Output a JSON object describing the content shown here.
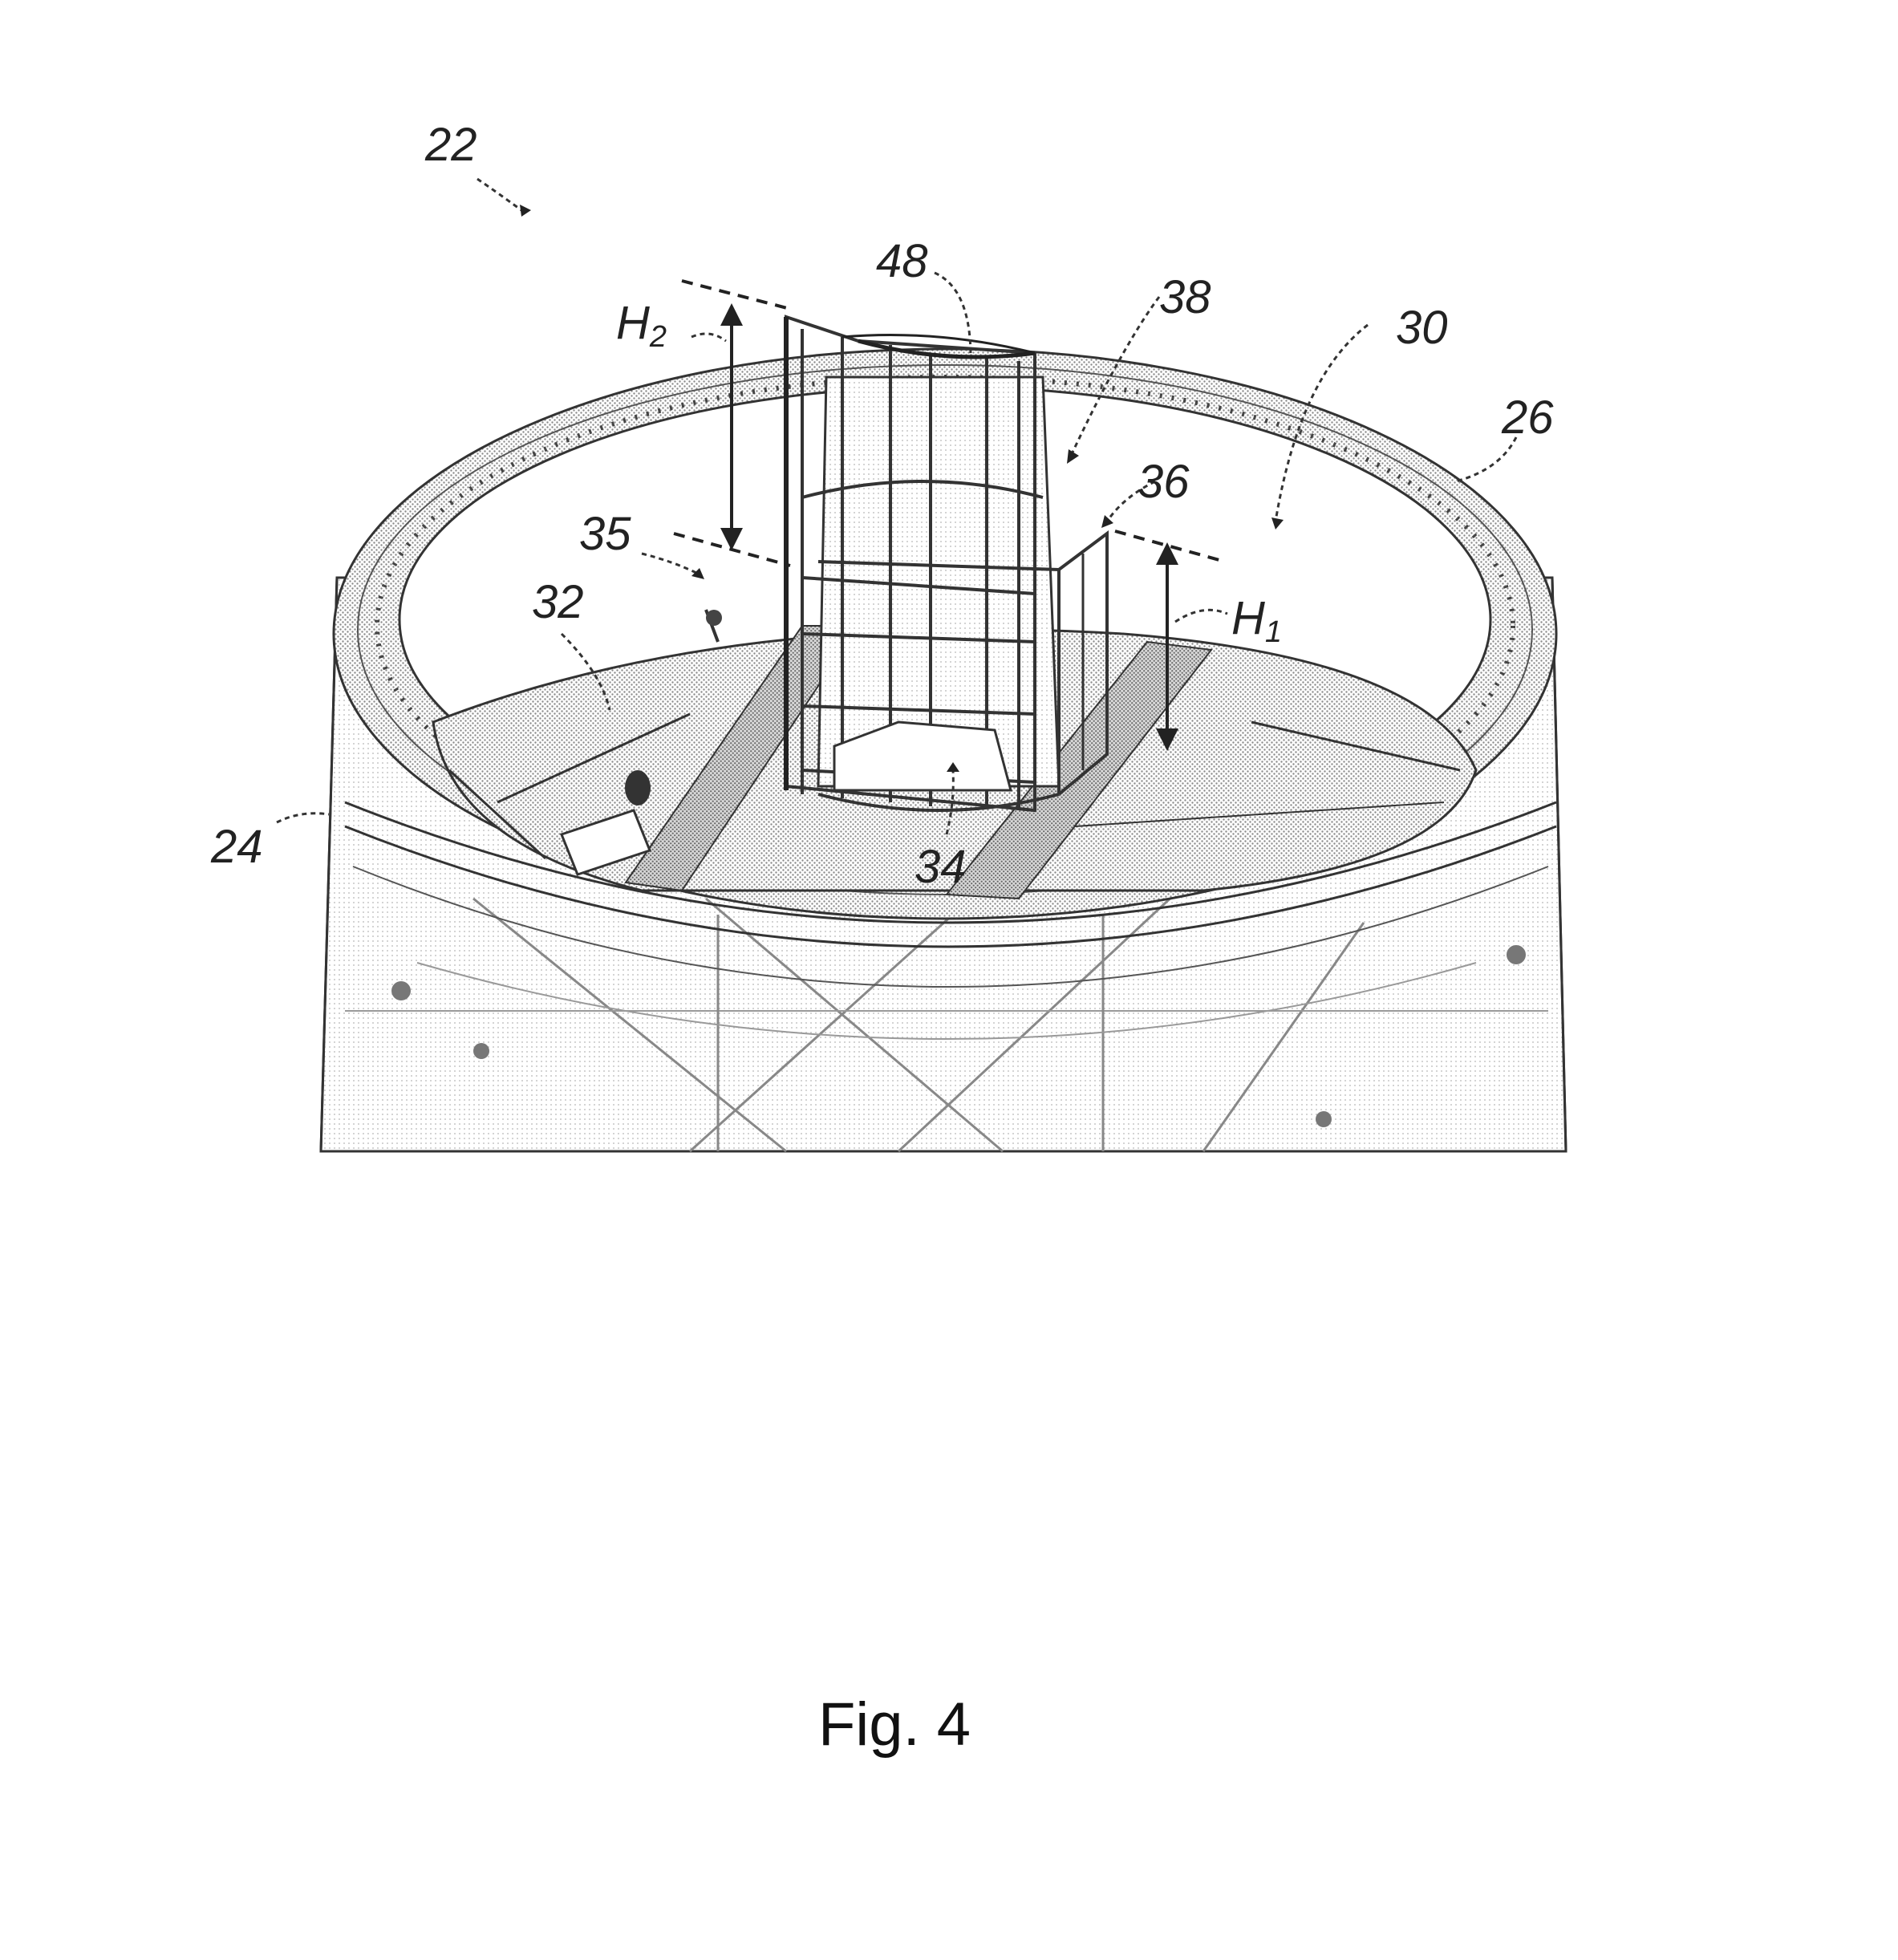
{
  "figure": {
    "caption": "Fig. 4",
    "reference_numerals": {
      "n22": "22",
      "n48": "48",
      "n38": "38",
      "n30": "30",
      "n26": "26",
      "n36": "36",
      "n35": "35",
      "n32": "32",
      "n24": "24",
      "n34": "34"
    },
    "dimensions": {
      "h2_letter": "H",
      "h2_sub": "2",
      "h1_letter": "H",
      "h1_sub": "1"
    }
  },
  "colors": {
    "stroke": "#222222",
    "hatch": "#9a9a9a",
    "background": "#ffffff"
  }
}
